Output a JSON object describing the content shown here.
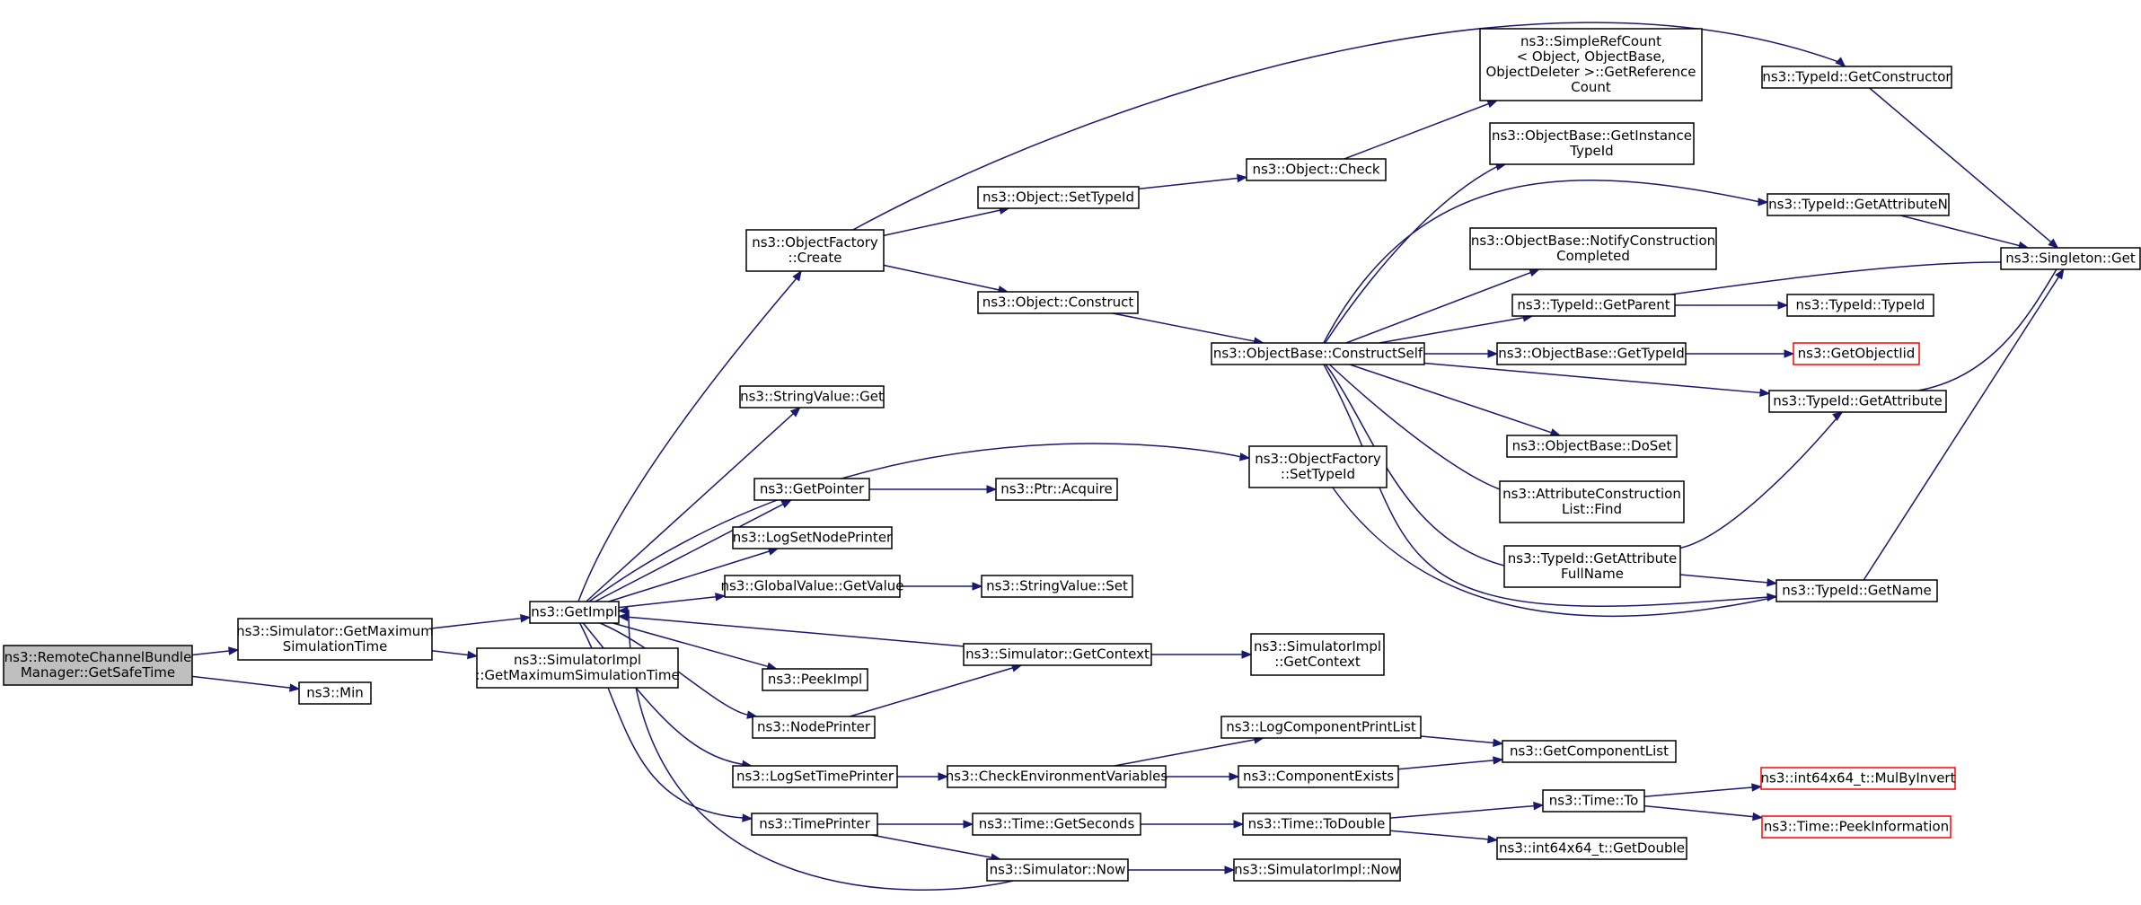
{
  "graph": {
    "nodes": [
      {
        "id": "root",
        "lines": [
          "ns3::RemoteChannelBundle",
          "Manager::GetSafeTime"
        ],
        "style": "root"
      },
      {
        "id": "simGetMax",
        "lines": [
          "ns3::Simulator::GetMaximum",
          "SimulationTime"
        ]
      },
      {
        "id": "min",
        "lines": [
          "ns3::Min"
        ]
      },
      {
        "id": "getImpl",
        "lines": [
          "ns3::GetImpl"
        ]
      },
      {
        "id": "simImplGetMax",
        "lines": [
          "ns3::SimulatorImpl",
          "::GetMaximumSimulationTime"
        ]
      },
      {
        "id": "ofCreate",
        "lines": [
          "ns3::ObjectFactory",
          "::Create"
        ]
      },
      {
        "id": "strValGet",
        "lines": [
          "ns3::StringValue::Get"
        ]
      },
      {
        "id": "getPointer",
        "lines": [
          "ns3::GetPointer"
        ]
      },
      {
        "id": "logSetNodePrinter",
        "lines": [
          "ns3::LogSetNodePrinter"
        ]
      },
      {
        "id": "gvGetValue",
        "lines": [
          "ns3::GlobalValue::GetValue"
        ]
      },
      {
        "id": "peekImpl",
        "lines": [
          "ns3::PeekImpl"
        ]
      },
      {
        "id": "nodePrinter",
        "lines": [
          "ns3::NodePrinter"
        ]
      },
      {
        "id": "logSetTimePrinter",
        "lines": [
          "ns3::LogSetTimePrinter"
        ]
      },
      {
        "id": "timePrinter",
        "lines": [
          "ns3::TimePrinter"
        ]
      },
      {
        "id": "objSetTypeId",
        "lines": [
          "ns3::Object::SetTypeId"
        ]
      },
      {
        "id": "objConstruct",
        "lines": [
          "ns3::Object::Construct"
        ]
      },
      {
        "id": "ofSetTypeId",
        "lines": [
          "ns3::ObjectFactory",
          "::SetTypeId"
        ]
      },
      {
        "id": "ptrAcquire",
        "lines": [
          "ns3::Ptr::Acquire"
        ]
      },
      {
        "id": "strValSet",
        "lines": [
          "ns3::StringValue::Set"
        ]
      },
      {
        "id": "simGetContext",
        "lines": [
          "ns3::Simulator::GetContext"
        ]
      },
      {
        "id": "checkEnv",
        "lines": [
          "ns3::CheckEnvironmentVariables"
        ]
      },
      {
        "id": "timeGetSeconds",
        "lines": [
          "ns3::Time::GetSeconds"
        ]
      },
      {
        "id": "simNow",
        "lines": [
          "ns3::Simulator::Now"
        ]
      },
      {
        "id": "objCheck",
        "lines": [
          "ns3::Object::Check"
        ]
      },
      {
        "id": "obConstructSelf",
        "lines": [
          "ns3::ObjectBase::ConstructSelf"
        ]
      },
      {
        "id": "simImplGetContext",
        "lines": [
          "ns3::SimulatorImpl",
          "::GetContext"
        ]
      },
      {
        "id": "logCompPrintList",
        "lines": [
          "ns3::LogComponentPrintList"
        ]
      },
      {
        "id": "compExists",
        "lines": [
          "ns3::ComponentExists"
        ]
      },
      {
        "id": "timeToDouble",
        "lines": [
          "ns3::Time::ToDouble"
        ]
      },
      {
        "id": "simImplNow",
        "lines": [
          "ns3::SimulatorImpl::Now"
        ]
      },
      {
        "id": "simpleRefCount",
        "lines": [
          "ns3::SimpleRefCount",
          "< Object, ObjectBase,",
          "ObjectDeleter >::GetReference",
          "Count"
        ]
      },
      {
        "id": "obGetInstanceTypeId",
        "lines": [
          "ns3::ObjectBase::GetInstance",
          "TypeId"
        ]
      },
      {
        "id": "obNotifyConstruction",
        "lines": [
          "ns3::ObjectBase::NotifyConstruction",
          "Completed"
        ]
      },
      {
        "id": "tidGetParent",
        "lines": [
          "ns3::TypeId::GetParent"
        ]
      },
      {
        "id": "obGetTypeId",
        "lines": [
          "ns3::ObjectBase::GetTypeId"
        ]
      },
      {
        "id": "obDoSet",
        "lines": [
          "ns3::ObjectBase::DoSet"
        ]
      },
      {
        "id": "acListFind",
        "lines": [
          "ns3::AttributeConstruction",
          "List::Find"
        ]
      },
      {
        "id": "tidGetAttrFullName",
        "lines": [
          "ns3::TypeId::GetAttribute",
          "FullName"
        ]
      },
      {
        "id": "getComponentList",
        "lines": [
          "ns3::GetComponentList"
        ]
      },
      {
        "id": "timeTo",
        "lines": [
          "ns3::Time::To"
        ]
      },
      {
        "id": "i64GetDouble",
        "lines": [
          "ns3::int64x64_t::GetDouble"
        ]
      },
      {
        "id": "tidGetConstructor",
        "lines": [
          "ns3::TypeId::GetConstructor"
        ]
      },
      {
        "id": "tidGetAttributeN",
        "lines": [
          "ns3::TypeId::GetAttributeN"
        ]
      },
      {
        "id": "tidTypeId",
        "lines": [
          "ns3::TypeId::TypeId"
        ]
      },
      {
        "id": "getObjectIid",
        "lines": [
          "ns3::GetObjectIid"
        ],
        "style": "red"
      },
      {
        "id": "tidGetAttribute",
        "lines": [
          "ns3::TypeId::GetAttribute"
        ]
      },
      {
        "id": "tidGetName",
        "lines": [
          "ns3::TypeId::GetName"
        ]
      },
      {
        "id": "i64MulByInvert",
        "lines": [
          "ns3::int64x64_t::MulByInvert"
        ],
        "style": "red"
      },
      {
        "id": "timePeekInfo",
        "lines": [
          "ns3::Time::PeekInformation"
        ],
        "style": "red"
      },
      {
        "id": "singletonGet",
        "lines": [
          "ns3::Singleton::Get"
        ]
      }
    ],
    "edges": [
      [
        "root",
        "simGetMax"
      ],
      [
        "root",
        "min"
      ],
      [
        "simGetMax",
        "getImpl"
      ],
      [
        "simGetMax",
        "simImplGetMax"
      ],
      [
        "getImpl",
        "ofCreate"
      ],
      [
        "getImpl",
        "strValGet"
      ],
      [
        "getImpl",
        "getPointer"
      ],
      [
        "getImpl",
        "logSetNodePrinter"
      ],
      [
        "getImpl",
        "gvGetValue"
      ],
      [
        "getImpl",
        "peekImpl"
      ],
      [
        "getImpl",
        "nodePrinter"
      ],
      [
        "getImpl",
        "logSetTimePrinter"
      ],
      [
        "getImpl",
        "timePrinter"
      ],
      [
        "getImpl",
        "ofSetTypeId"
      ],
      [
        "ofCreate",
        "objSetTypeId"
      ],
      [
        "ofCreate",
        "objConstruct"
      ],
      [
        "ofCreate",
        "tidGetConstructor"
      ],
      [
        "objSetTypeId",
        "objCheck"
      ],
      [
        "objCheck",
        "simpleRefCount"
      ],
      [
        "objConstruct",
        "obConstructSelf"
      ],
      [
        "ofSetTypeId",
        "tidGetName"
      ],
      [
        "getPointer",
        "ptrAcquire"
      ],
      [
        "gvGetValue",
        "strValSet"
      ],
      [
        "simGetContext",
        "getImpl"
      ],
      [
        "simGetContext",
        "simImplGetContext"
      ],
      [
        "nodePrinter",
        "simGetContext"
      ],
      [
        "logSetTimePrinter",
        "checkEnv"
      ],
      [
        "checkEnv",
        "logCompPrintList"
      ],
      [
        "checkEnv",
        "compExists"
      ],
      [
        "logCompPrintList",
        "getComponentList"
      ],
      [
        "compExists",
        "getComponentList"
      ],
      [
        "timePrinter",
        "timeGetSeconds"
      ],
      [
        "timePrinter",
        "simNow"
      ],
      [
        "simNow",
        "getImpl"
      ],
      [
        "simNow",
        "simImplNow"
      ],
      [
        "timeGetSeconds",
        "timeToDouble"
      ],
      [
        "timeToDouble",
        "timeTo"
      ],
      [
        "timeToDouble",
        "i64GetDouble"
      ],
      [
        "timeTo",
        "i64MulByInvert"
      ],
      [
        "timeTo",
        "timePeekInfo"
      ],
      [
        "obConstructSelf",
        "obGetInstanceTypeId"
      ],
      [
        "obConstructSelf",
        "tidGetAttributeN"
      ],
      [
        "obConstructSelf",
        "obNotifyConstruction"
      ],
      [
        "obConstructSelf",
        "tidGetParent"
      ],
      [
        "obConstructSelf",
        "obGetTypeId"
      ],
      [
        "obConstructSelf",
        "tidGetAttribute"
      ],
      [
        "obConstructSelf",
        "obDoSet"
      ],
      [
        "obConstructSelf",
        "acListFind"
      ],
      [
        "obConstructSelf",
        "tidGetAttrFullName"
      ],
      [
        "obConstructSelf",
        "tidGetName"
      ],
      [
        "obGetTypeId",
        "getObjectIid"
      ],
      [
        "tidGetParent",
        "tidTypeId"
      ],
      [
        "tidGetParent",
        "singletonGet"
      ],
      [
        "tidGetAttributeN",
        "singletonGet"
      ],
      [
        "tidGetConstructor",
        "singletonGet"
      ],
      [
        "tidGetAttribute",
        "singletonGet"
      ],
      [
        "tidGetName",
        "singletonGet"
      ],
      [
        "tidGetAttrFullName",
        "tidGetAttribute"
      ],
      [
        "tidGetAttrFullName",
        "tidGetName"
      ]
    ]
  }
}
